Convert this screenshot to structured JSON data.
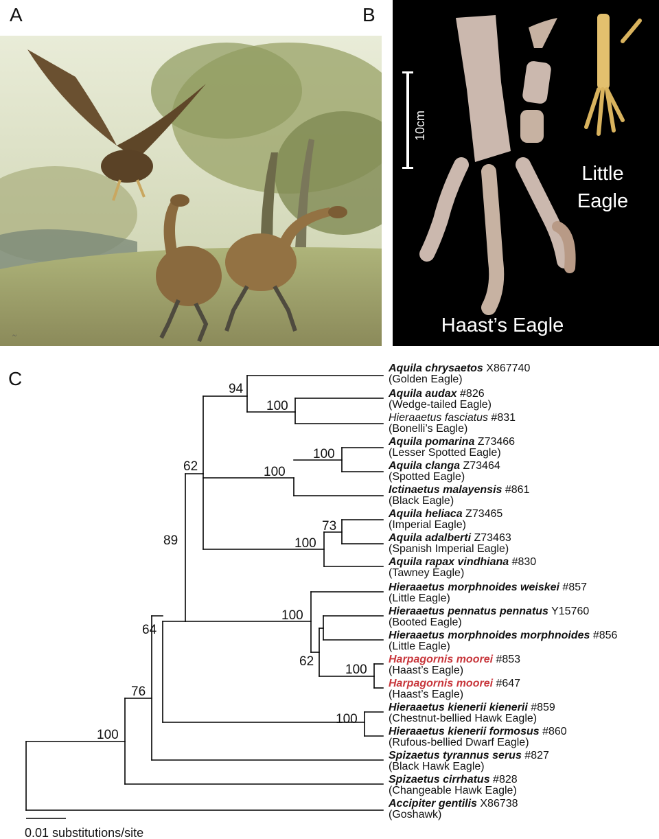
{
  "panels": {
    "a": {
      "letter": "A"
    },
    "b": {
      "letter": "B",
      "scale_label": "10cm",
      "label_little": "Little",
      "label_little2": "Eagle",
      "label_haast": "Haast’s Eagle"
    },
    "c": {
      "letter": "C",
      "scale_label": "0.01 substitutions/site"
    }
  },
  "colors": {
    "highlight": "#c8373c",
    "panel_b_bg": "#000000"
  },
  "tips": [
    {
      "species": "Aquila chrysaetos",
      "id": " X867740",
      "common": "(Golden Eagle)"
    },
    {
      "species": "Aquila audax",
      "id": " #826",
      "common": "(Wedge-tailed Eagle)"
    },
    {
      "species": "Hieraaetus fasciatus",
      "id": " #831",
      "common": "(Bonelli’s Eagle)"
    },
    {
      "species": "Aquila pomarina",
      "id": " Z73466",
      "common": "(Lesser Spotted Eagle)"
    },
    {
      "species": "Aquila clanga",
      "id": " Z73464",
      "common": "(Spotted Eagle)"
    },
    {
      "species": "Ictinaetus malayensis",
      "id": " #861",
      "common": "(Black Eagle)"
    },
    {
      "species": "Aquila heliaca",
      "id": " Z73465",
      "common": "(Imperial Eagle)"
    },
    {
      "species": "Aquila adalberti",
      "id": " Z73463",
      "common": "(Spanish Imperial Eagle)"
    },
    {
      "species": "Aquila rapax vindhiana",
      "id": " #830",
      "common": "(Tawney Eagle)"
    },
    {
      "species": "Hieraaetus morphnoides weiskei",
      "id": " #857",
      "common": "(Little Eagle)"
    },
    {
      "species": "Hieraaetus pennatus pennatus",
      "id": " Y15760",
      "common": "(Booted Eagle)"
    },
    {
      "species": "Hieraaetus morphnoides morphnoides",
      "id": " #856",
      "common": "(Little Eagle)"
    },
    {
      "species": "Harpagornis moorei",
      "id": " #853",
      "common": "(Haast’s Eagle)"
    },
    {
      "species": "Harpagornis moorei",
      "id": " #647",
      "common": "(Haast’s Eagle)"
    },
    {
      "species": "Hieraaetus kienerii kienerii",
      "id": " #859",
      "common": "(Chestnut-bellied Hawk Eagle)"
    },
    {
      "species": "Hieraaetus kienerii formosus",
      "id": " #860",
      "common": "(Rufous-bellied Dwarf Eagle)"
    },
    {
      "species": "Spizaetus tyrannus serus",
      "id": " #827",
      "common": "(Black Hawk Eagle)"
    },
    {
      "species": "Spizaetus cirrhatus",
      "id": " #828",
      "common": "(Changeable Hawk Eagle)"
    },
    {
      "species": "Accipiter gentilis",
      "id": " X86738",
      "common": "(Goshawk)"
    }
  ],
  "bootstrap": [
    "94",
    "100",
    "100",
    "100",
    "62",
    "73",
    "100",
    "89",
    "100",
    "62",
    "100",
    "64",
    "100",
    "76",
    "100"
  ]
}
